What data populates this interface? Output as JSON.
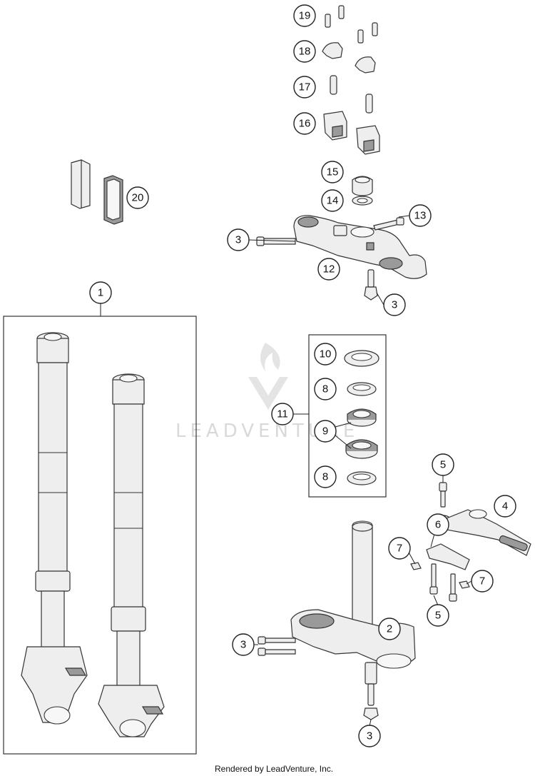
{
  "watermark": {
    "text": "LEADVENTURE"
  },
  "footer": {
    "text": "Rendered by LeadVenture, Inc."
  },
  "callouts": [
    "19",
    "18",
    "17",
    "16",
    "15",
    "14",
    "13",
    "3",
    "12",
    "3",
    "20",
    "1",
    "10",
    "8",
    "11",
    "9",
    "8",
    "5",
    "4",
    "6",
    "7",
    "7",
    "5",
    "3",
    "2",
    "3"
  ],
  "colors": {
    "line": "#222222",
    "part_fill": "#eeeeee",
    "shade": "#9a9a9a",
    "watermark": "#d9d9d9"
  }
}
